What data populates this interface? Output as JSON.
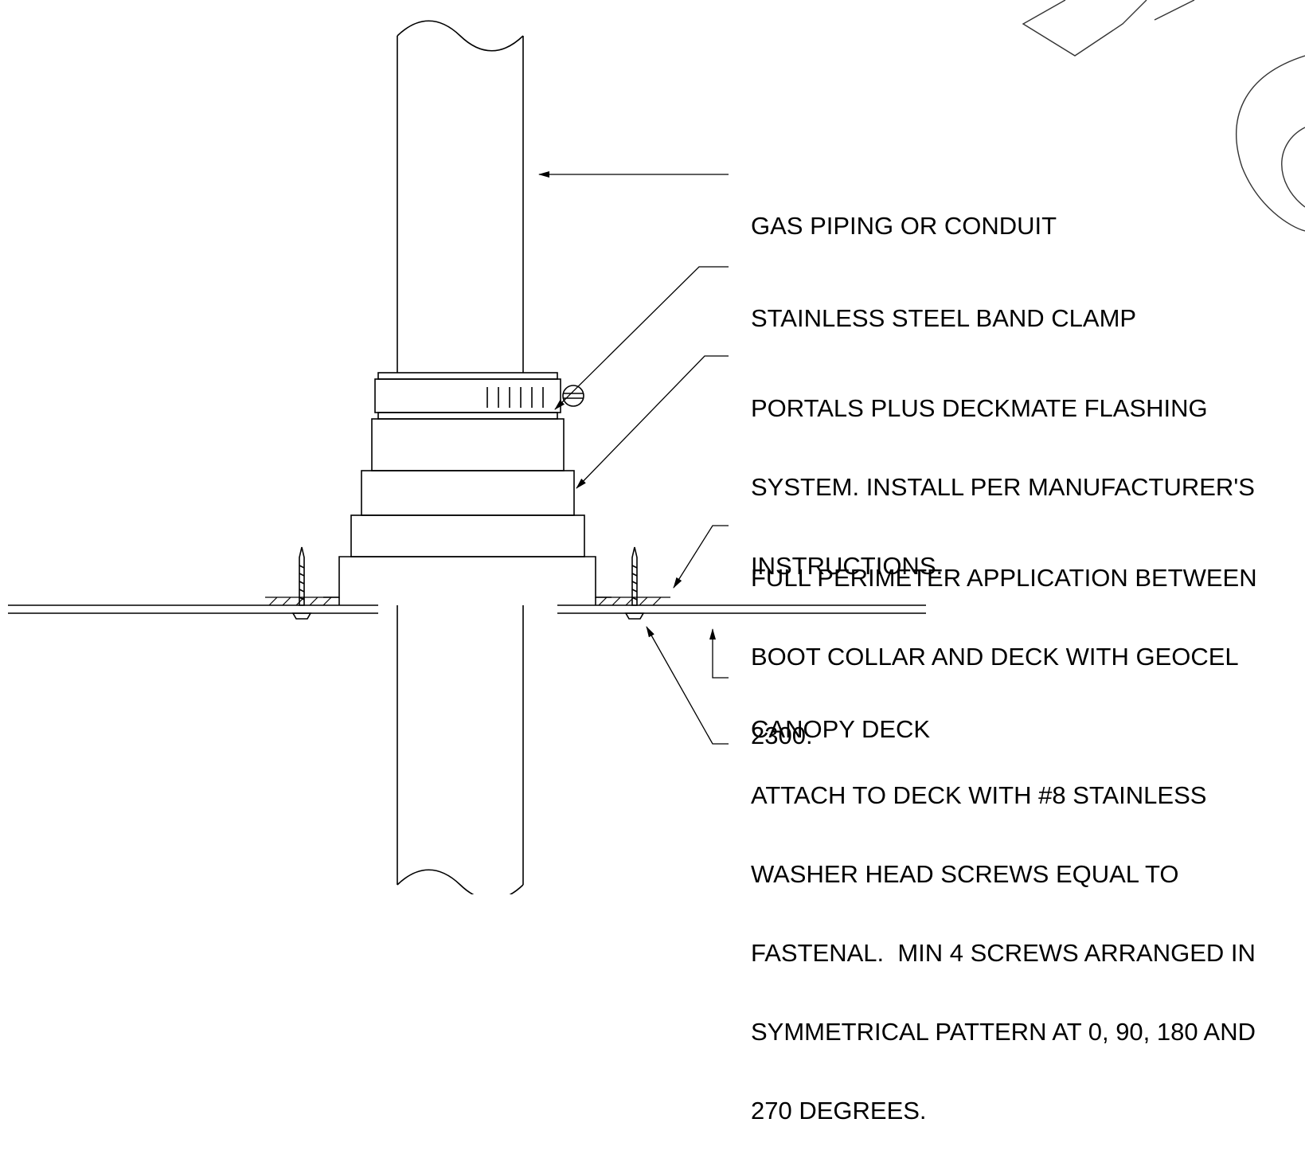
{
  "callouts": {
    "gas_piping": {
      "lines": [
        "GAS PIPING OR CONDUIT"
      ]
    },
    "band_clamp": {
      "lines": [
        "STAINLESS STEEL BAND CLAMP"
      ]
    },
    "flashing": {
      "lines": [
        "PORTALS PLUS DECKMATE FLASHING",
        "SYSTEM. INSTALL PER MANUFACTURER'S",
        "INSTRUCTIONS."
      ]
    },
    "sealant": {
      "lines": [
        "FULL PERIMETER APPLICATION BETWEEN",
        "BOOT COLLAR AND DECK WITH GEOCEL",
        "2300."
      ]
    },
    "canopy_deck": {
      "lines": [
        "CANOPY DECK"
      ]
    },
    "screws": {
      "lines": [
        "ATTACH TO DECK WITH #8 STAINLESS",
        "WASHER HEAD SCREWS EQUAL TO",
        "FASTENAL.  MIN 4 SCREWS ARRANGED IN",
        "SYMMETRICAL PATTERN AT 0, 90, 180 AND",
        "270 DEGREES."
      ]
    }
  },
  "colors": {
    "line": "#000000",
    "background": "#ffffff"
  }
}
